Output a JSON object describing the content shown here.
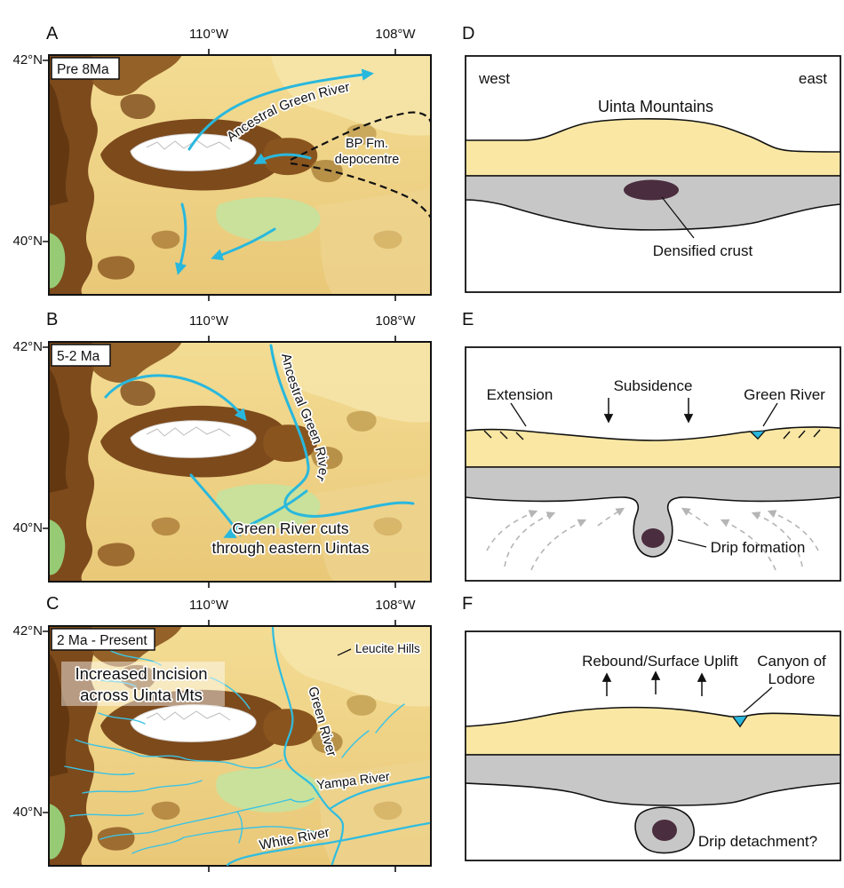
{
  "axes": {
    "lat_top": "42°N",
    "lat_bottom": "40°N",
    "lon_left": "110°W",
    "lon_right": "108°W"
  },
  "panels": {
    "a": {
      "letter": "A",
      "era": "Pre 8Ma",
      "river_label": "Ancestral Green River",
      "depocentre_line1": "BP Fm.",
      "depocentre_line2": "depocentre"
    },
    "b": {
      "letter": "B",
      "era": "5-2 Ma",
      "river_label": "Ancestral Green River",
      "caption_line1": "Green River cuts",
      "caption_line2": "through eastern Uintas"
    },
    "c": {
      "letter": "C",
      "era": "2 Ma - Present",
      "caption_line1": "Increased Incision",
      "caption_line2": "across Uinta Mts",
      "leucite_hills": "Leucite Hills",
      "green_river": "Green River",
      "yampa_river": "Yampa River",
      "white_river": "White River"
    },
    "d": {
      "letter": "D",
      "west": "west",
      "east": "east",
      "title": "Uinta Mountains",
      "densified_crust": "Densified crust"
    },
    "e": {
      "letter": "E",
      "extension": "Extension",
      "subsidence": "Subsidence",
      "green_river": "Green River",
      "drip_formation": "Drip formation"
    },
    "f": {
      "letter": "F",
      "rebound": "Rebound/Surface Uplift",
      "canyon_line1": "Canyon of",
      "canyon_line2": "Lodore",
      "drip_detachment": "Drip detachment?"
    }
  },
  "colors": {
    "river_blue": "#29b8dd",
    "upper_crust_yellow": "#f9e7a3",
    "lower_crust_gray": "#c7c7c7",
    "drip_dark": "#4a2d3e",
    "terrain_tan": "#f0d88e",
    "terrain_brown": "#7d4a1c",
    "basin_green": "#c9e19b",
    "snow_crest_white": "#ffffff"
  }
}
